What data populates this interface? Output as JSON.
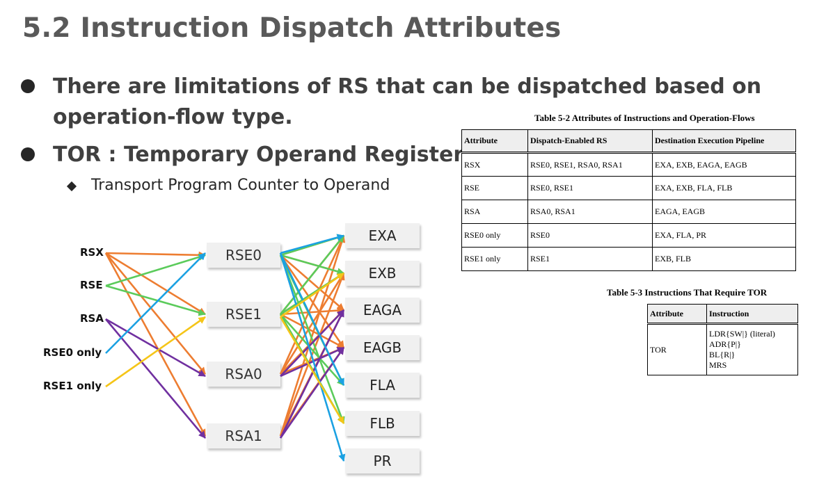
{
  "title": "5.2 Instruction Dispatch Attributes",
  "bullets": {
    "b1": "There are limitations of RS that can be dispatched based on operation-flow type.",
    "b2": "TOR : Temporary Operand Register",
    "b2_sub": "Transport Program Counter to Operand"
  },
  "table1": {
    "caption": "Table 5-2    Attributes of Instructions and Operation-Flows",
    "headers": [
      "Attribute",
      "Dispatch-Enabled RS",
      "Destination Execution Pipeline"
    ],
    "rows": [
      [
        "RSX",
        "RSE0, RSE1, RSA0, RSA1",
        "EXA, EXB, EAGA, EAGB"
      ],
      [
        "RSE",
        "RSE0, RSE1",
        "EXA, EXB, FLA, FLB"
      ],
      [
        "RSA",
        "RSA0, RSA1",
        "EAGA, EAGB"
      ],
      [
        "RSE0 only",
        "RSE0",
        "EXA, FLA, PR"
      ],
      [
        "RSE1 only",
        "RSE1",
        "EXB, FLB"
      ]
    ]
  },
  "table2": {
    "caption": "Table 5-3    Instructions That Require TOR",
    "headers": [
      "Attribute",
      "Instruction"
    ],
    "attr": "TOR",
    "instructions": [
      "LDR{SW|} (literal)",
      "ADR{P|}",
      "BL{R|}",
      "MRS"
    ]
  },
  "diagram": {
    "sources": [
      "RSX",
      "RSE",
      "RSA",
      "RSE0 only",
      "RSE1 only"
    ],
    "stations": [
      "RSE0",
      "RSE1",
      "RSA0",
      "RSA1"
    ],
    "pipelines": [
      "EXA",
      "EXB",
      "EAGA",
      "EAGB",
      "FLA",
      "FLB",
      "PR"
    ],
    "colors": {
      "RSX": "#ED7D31",
      "RSE": "#5BCB5B",
      "RSA": "#7030A0",
      "RSE0 only": "#1BA1E2",
      "RSE1 only": "#F5C518"
    },
    "dispatch": {
      "RSX": [
        "RSE0",
        "RSE1",
        "RSA0",
        "RSA1"
      ],
      "RSE": [
        "RSE0",
        "RSE1"
      ],
      "RSA": [
        "RSA0",
        "RSA1"
      ],
      "RSE0 only": [
        "RSE0"
      ],
      "RSE1 only": [
        "RSE1"
      ]
    },
    "destinations": {
      "RSX": [
        "EXA",
        "EXB",
        "EAGA",
        "EAGB"
      ],
      "RSE": [
        "EXA",
        "EXB",
        "FLA",
        "FLB"
      ],
      "RSA": [
        "EAGA",
        "EAGB"
      ],
      "RSE0 only": [
        "EXA",
        "FLA",
        "PR"
      ],
      "RSE1 only": [
        "EXB",
        "FLB"
      ]
    }
  }
}
